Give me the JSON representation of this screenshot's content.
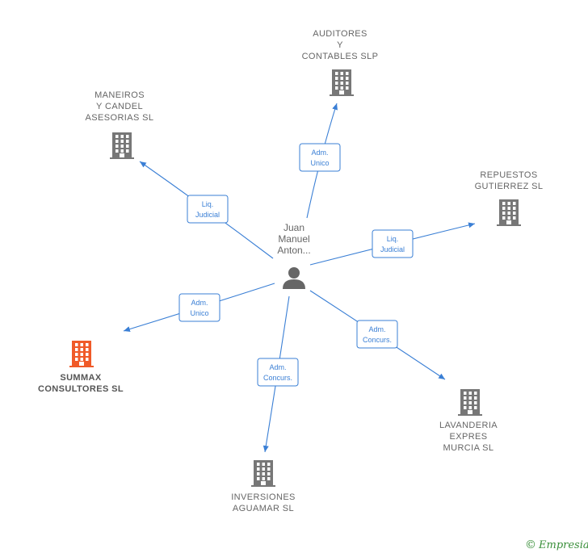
{
  "center": {
    "name_lines": [
      "Juan",
      "Manuel",
      "Anton..."
    ],
    "icon": "person-icon"
  },
  "companies": [
    {
      "key": "auditores",
      "lines": [
        "AUDITORES",
        "Y",
        "CONTABLES SLP"
      ],
      "highlight": false,
      "icon": "building-icon"
    },
    {
      "key": "maneiros",
      "lines": [
        "MANEIROS",
        "Y CANDEL",
        "ASESORIAS SL"
      ],
      "highlight": false,
      "icon": "building-icon"
    },
    {
      "key": "repuestos",
      "lines": [
        "REPUESTOS",
        "GUTIERREZ SL"
      ],
      "highlight": false,
      "icon": "building-icon"
    },
    {
      "key": "summax",
      "lines": [
        "SUMMAX",
        "CONSULTORES SL"
      ],
      "highlight": true,
      "icon": "building-icon"
    },
    {
      "key": "lavanderia",
      "lines": [
        "LAVANDERIA",
        "EXPRES",
        "MURCIA SL"
      ],
      "highlight": false,
      "icon": "building-icon"
    },
    {
      "key": "inversiones",
      "lines": [
        "INVERSIONES",
        "AGUAMAR SL"
      ],
      "highlight": false,
      "icon": "building-icon"
    }
  ],
  "edges": [
    {
      "to": "auditores",
      "label_lines": [
        "Adm.",
        "Unico"
      ]
    },
    {
      "to": "maneiros",
      "label_lines": [
        "Liq.",
        "Judicial"
      ]
    },
    {
      "to": "repuestos",
      "label_lines": [
        "Liq.",
        "Judicial"
      ]
    },
    {
      "to": "summax",
      "label_lines": [
        "Adm.",
        "Unico"
      ]
    },
    {
      "to": "lavanderia",
      "label_lines": [
        "Adm.",
        "Concurs."
      ]
    },
    {
      "to": "inversiones",
      "label_lines": [
        "Adm.",
        "Concurs."
      ]
    }
  ],
  "watermark": {
    "copyright_symbol": "©",
    "brand": "Empresia"
  },
  "colors": {
    "edge": "#3a7fd5",
    "building": "#777777",
    "building_highlight": "#f05a28",
    "person": "#666666"
  }
}
